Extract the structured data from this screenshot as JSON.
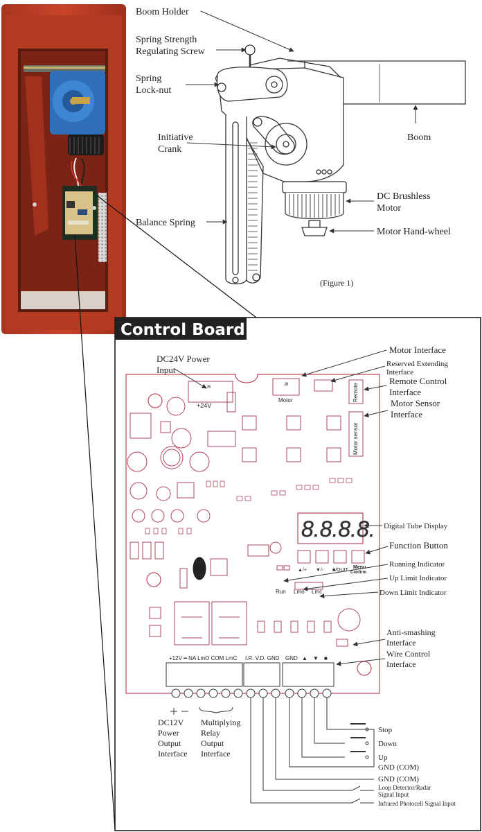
{
  "mechanism": {
    "labels": {
      "boom_holder": "Boom Holder",
      "spring_strength_1": "Spring Strength",
      "spring_strength_2": "Regulating Screw",
      "spring_locknut_1": "Spring",
      "spring_locknut_2": "Lock-nut",
      "initiative_crank_1": "Initiative",
      "initiative_crank_2": "Crank",
      "boom": "Boom",
      "dc_motor_1": "DC Brushless",
      "dc_motor_2": "Motor",
      "balance_spring": "Balance Spring",
      "motor_handwheel": "Motor Hand-wheel",
      "figure": "(Figure 1)"
    }
  },
  "control_board": {
    "title": "Control Board",
    "labels": {
      "dc24v_1": "DC24V Power",
      "dc24v_2": "Input",
      "motor_interface": "Motor Interface",
      "reserved_1": "Reserved Extending",
      "reserved_2": "Interface",
      "remote_1": "Remote Control",
      "remote_2": "Interface",
      "motor_sensor_1": "Motor Sensor",
      "motor_sensor_2": "Interface",
      "digital_tube": "Digital Tube Display",
      "function_button": "Function Button",
      "running_indicator": "Running Indicator",
      "up_limit": "Up Limit Indicator",
      "down_limit": "Down Limit Indicator",
      "anti_smash_1": "Anti-smashing",
      "anti_smash_2": "Interface",
      "wire_control_1": "Wire Control",
      "wire_control_2": "Interface",
      "dc12v_1": "DC12V",
      "dc12v_2": "Power",
      "dc12v_3": "Output",
      "dc12v_4": "Interface",
      "multi_1": "Multiplying",
      "multi_2": "Relay",
      "multi_3": "Output",
      "multi_4": "Interface",
      "stop": "Stop",
      "down": "Down",
      "up": "Up",
      "gnd_com_1": "GND (COM)",
      "gnd_com_2": "GND (COM)",
      "loop_1": "Loop Detector/Radar",
      "loop_2": "Signal Input",
      "infrared": "Infrared Photocell Signal Input"
    },
    "pcb": {
      "plus24v": "+24V",
      "motor": "Motor",
      "remote": "Remote",
      "motor_sensor": "Motor sensor",
      "display": "8.8.8.8.",
      "menu_1": "Menu",
      "menu_2": "Confirm",
      "quit": "■/QUIT",
      "btn_up": "▲/+",
      "btn_down": "▼/-",
      "run": "Run",
      "lmo": "Lmo",
      "lmc": "Lmc",
      "term_left": "+12V  ━  NA  LmO  COM  LmC",
      "term_mid": "I.R.  V.D.  GND",
      "term_right_gnd": "GND",
      "j8": "J8",
      "j5": "J5"
    }
  }
}
